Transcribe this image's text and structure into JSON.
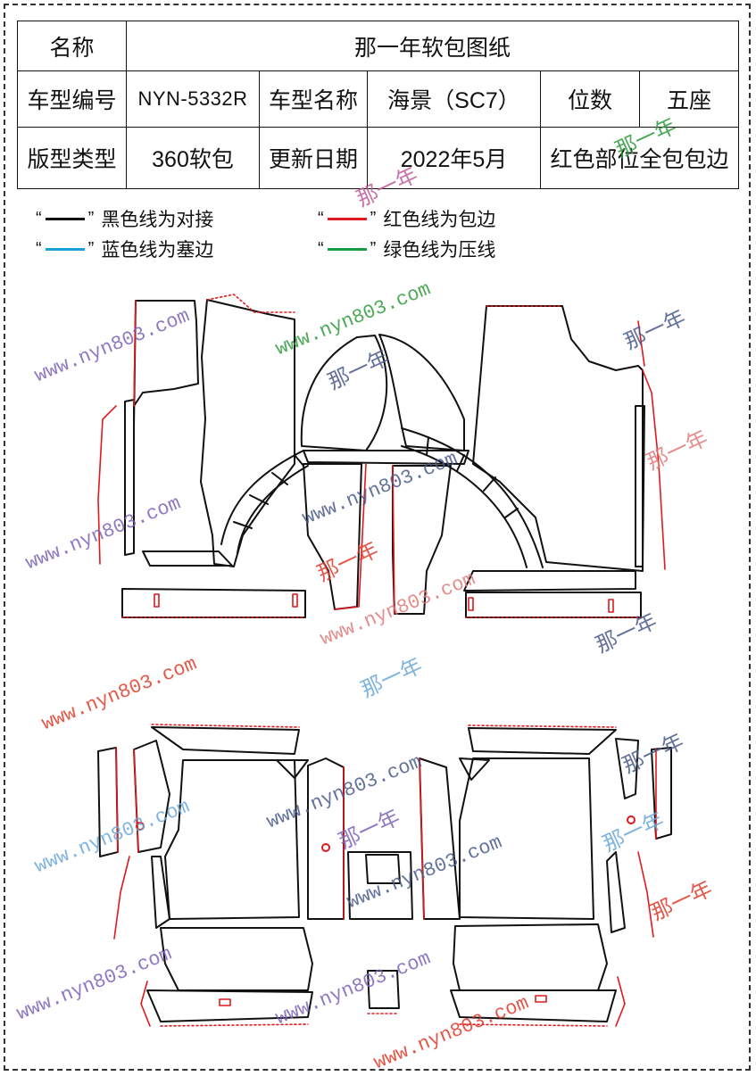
{
  "table": {
    "row1": {
      "label": "名称",
      "title": "那一年软包图纸"
    },
    "row2": {
      "label1": "车型编号",
      "model_code": "NYN-5332R",
      "label2": "车型名称",
      "model_name": "海景（SC7）",
      "label3": "位数",
      "seats": "五座"
    },
    "row3": {
      "label1": "版型类型",
      "pattern_type": "360软包",
      "label2": "更新日期",
      "update_date": "2022年5月",
      "note": "红色部位全包包边"
    }
  },
  "legend": {
    "open_quote": "“",
    "close_quote": "”",
    "items": [
      {
        "text": "黑色线为对接",
        "color": "#111111"
      },
      {
        "text": "红色线为包边",
        "color": "#e0191e"
      },
      {
        "text": "蓝色线为塞边",
        "color": "#1aa0d8"
      },
      {
        "text": "绿色线为压线",
        "color": "#179c45"
      }
    ]
  },
  "watermarks": {
    "url": "www.nyn803.com",
    "brand": "那一年",
    "colors": {
      "purple": "#7b62b8",
      "green": "#2e9a3c",
      "red": "#e03a2a",
      "blue": "#6aa8d8",
      "navy": "#4a5a8a"
    }
  }
}
